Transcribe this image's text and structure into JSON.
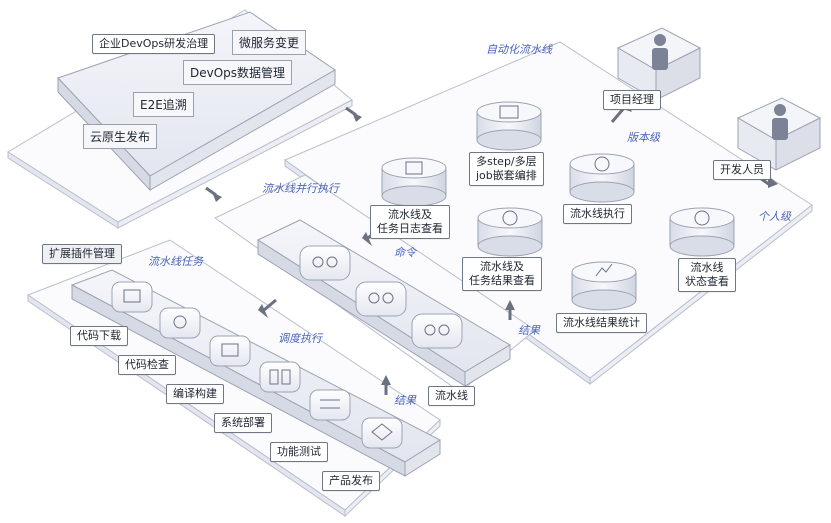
{
  "governance": {
    "title": "企业DevOps研发治理",
    "items": [
      "微服务变更",
      "DevOps数据管理",
      "E2E追溯",
      "云原生发布"
    ]
  },
  "automation": {
    "title": "自动化流水线",
    "nodes": [
      "多step/多层\njob嵌套编排",
      "流水线及\n任务日志查看",
      "流水线执行",
      "流水线及\n任务结果查看",
      "流水线结果统计",
      "流水线\n状态查看"
    ]
  },
  "roles": {
    "pm": "项目经理",
    "dev": "开发人员",
    "version_level": "版本级",
    "personal_level": "个人级"
  },
  "parallel": {
    "title": "流水线并行执行",
    "command": "命令",
    "result": "结果",
    "pipeline_label": "流水线"
  },
  "tasks": {
    "plugin_mgmt": "扩展插件管理",
    "title": "流水线任务",
    "schedule": "调度执行",
    "result": "结果",
    "items": [
      "代码下载",
      "代码检查",
      "编译构建",
      "系统部署",
      "功能测试",
      "产品发布"
    ]
  }
}
